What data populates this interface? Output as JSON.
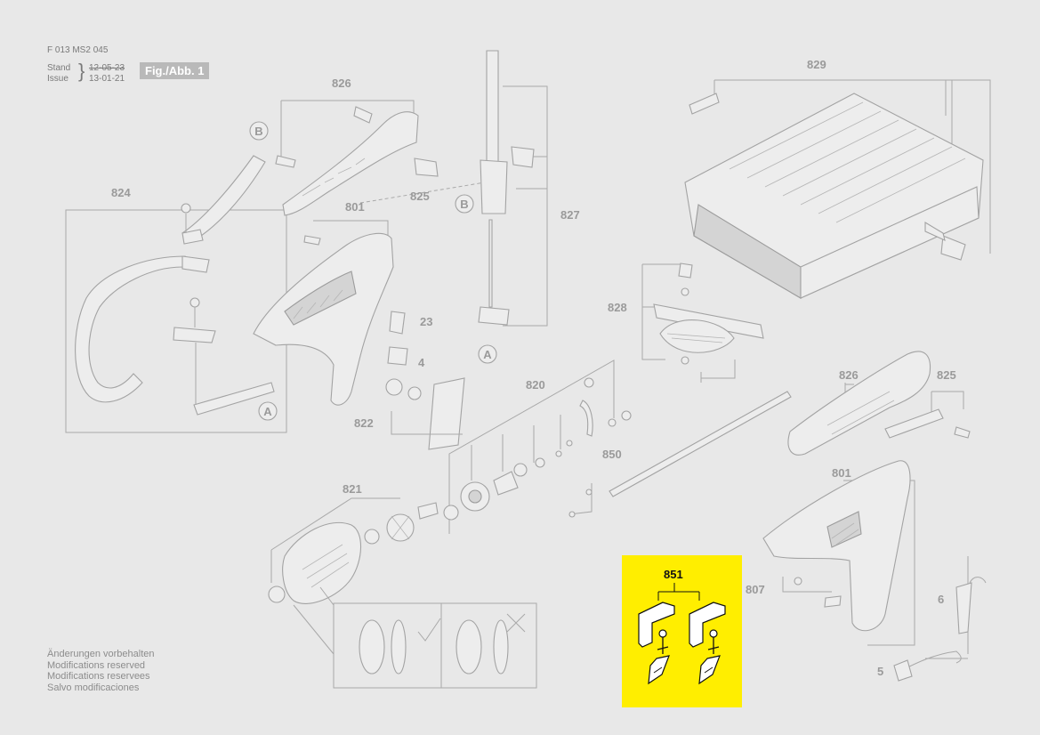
{
  "header": {
    "doc_number": "F 013 MS2 045",
    "stand_label": "Stand",
    "stand_value": "12-05-23",
    "issue_label": "Issue",
    "issue_value": "13-01-21",
    "figure_label": "Fig./Abb. 1"
  },
  "notes": [
    "Änderungen vorbehalten",
    "Modifications reserved",
    "Modifications reservees",
    "Salvo modificaciones"
  ],
  "parts": {
    "p826a": "826",
    "p825a": "825",
    "p827": "827",
    "p824": "824",
    "p801a": "801",
    "p23": "23",
    "p4": "4",
    "p822": "822",
    "p829": "829",
    "p828": "828",
    "p820": "820",
    "p850": "850",
    "p821": "821",
    "p826b": "826",
    "p825b": "825",
    "p801b": "801",
    "p807": "807",
    "p6": "6",
    "p5": "5",
    "p851": "851"
  },
  "callouts": {
    "b1": "B",
    "b2": "B",
    "a1": "A",
    "a2": "A"
  },
  "colors": {
    "background": "#e8e8e8",
    "highlight": "#ffee00",
    "line": "#a9a9a9"
  }
}
